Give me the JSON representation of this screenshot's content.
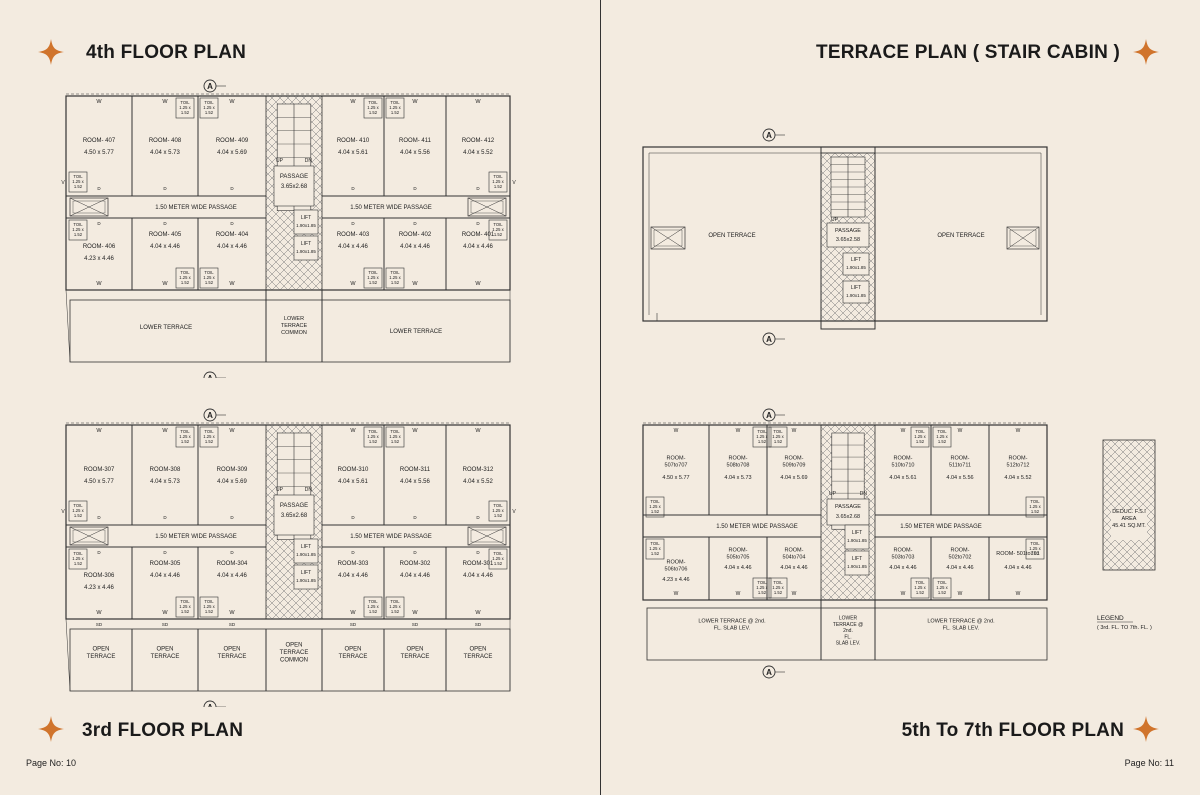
{
  "colors": {
    "background": "#f3ebe0",
    "accent": "#d0742c",
    "ink": "#333333"
  },
  "titles": {
    "fourth": "4th FLOOR PLAN",
    "third": "3rd FLOOR PLAN",
    "terrace": "TERRACE PLAN ( STAIR CABIN )",
    "fifth": "5th To 7th FLOOR PLAN"
  },
  "pages": {
    "left": "Page No: 10",
    "right": "Page No: 11"
  },
  "marker": "A",
  "common": {
    "passage_label": "PASSAGE",
    "passage_size": "3.65x2.68",
    "corridor": "1.50  METER  WIDE  PASSAGE",
    "lift": "LIFT",
    "lift_size": "1.90x1.85",
    "up": "UP",
    "dn": "DN",
    "toilet": "TOIL",
    "toilet_size_a": "1.25 x",
    "toilet_size_b": "1.52",
    "w": "W",
    "d": "D",
    "d2": "D2",
    "v": "V",
    "sd": "SD"
  },
  "fourth": {
    "rooms": [
      {
        "name": "ROOM- 407",
        "size": "4.50 x 5.77"
      },
      {
        "name": "ROOM- 408",
        "size": "4.04 x 5.73"
      },
      {
        "name": "ROOM- 409",
        "size": "4.04 x 5.69"
      },
      {
        "name": "ROOM- 410",
        "size": "4.04 x 5.61"
      },
      {
        "name": "ROOM- 411",
        "size": "4.04 x 5.56"
      },
      {
        "name": "ROOM- 412",
        "size": "4.04 x 5.52"
      },
      {
        "name": "ROOM- 406",
        "size": "4.23 x 4.46"
      },
      {
        "name": "ROOM- 405",
        "size": "4.04 x 4.46"
      },
      {
        "name": "ROOM- 404",
        "size": "4.04 x 4.46"
      },
      {
        "name": "ROOM- 403",
        "size": "4.04 x 4.46"
      },
      {
        "name": "ROOM- 402",
        "size": "4.04 x 4.46"
      },
      {
        "name": "ROOM- 401",
        "size": "4.04 x 4.46"
      }
    ],
    "terraces": [
      "LOWER TERRACE",
      "LOWER\nTERRACE\nCOMMON",
      "LOWER TERRACE"
    ]
  },
  "third": {
    "rooms": [
      {
        "name": "ROOM-307",
        "size": "4.50 x 5.77"
      },
      {
        "name": "ROOM-308",
        "size": "4.04 x 5.73"
      },
      {
        "name": "ROOM-309",
        "size": "4.04 x 5.69"
      },
      {
        "name": "ROOM-310",
        "size": "4.04 x 5.61"
      },
      {
        "name": "ROOM-311",
        "size": "4.04 x 5.56"
      },
      {
        "name": "ROOM-312",
        "size": "4.04 x 5.52"
      },
      {
        "name": "ROOM-306",
        "size": "4.23 x 4.46"
      },
      {
        "name": "ROOM-305",
        "size": "4.04 x 4.46"
      },
      {
        "name": "ROOM-304",
        "size": "4.04 x 4.46"
      },
      {
        "name": "ROOM-303",
        "size": "4.04 x 4.46"
      },
      {
        "name": "ROOM-302",
        "size": "4.04 x 4.46"
      },
      {
        "name": "ROOM-301",
        "size": "4.04 x 4.46"
      }
    ],
    "terraces": [
      "OPEN\nTERRACE",
      "OPEN\nTERRACE",
      "OPEN\nTERRACE",
      "OPEN\nTERRACE\nCOMMON",
      "OPEN\nTERRACE",
      "OPEN\nTERRACE",
      "OPEN\nTERRACE"
    ]
  },
  "terrace": {
    "left": "OPEN TERRACE",
    "right": "OPEN TERRACE",
    "passage_size": "3.65x2.58",
    "lift_size": "1.90x1.85",
    "up": "UP"
  },
  "fifth": {
    "rooms": [
      {
        "name": "ROOM-\n507to707",
        "size": "4.50 x 5.77"
      },
      {
        "name": "ROOM-\n508to708",
        "size": "4.04 x 5.73"
      },
      {
        "name": "ROOM-\n509to709",
        "size": "4.04 x 5.69"
      },
      {
        "name": "ROOM-\n510to710",
        "size": "4.04 x 5.61"
      },
      {
        "name": "ROOM-\n511to711",
        "size": "4.04 x 5.56"
      },
      {
        "name": "ROOM-\n512to712",
        "size": "4.04 x 5.52"
      },
      {
        "name": "ROOM-\n506to706",
        "size": "4.23 x 4.46"
      },
      {
        "name": "ROOM-\n505to705",
        "size": "4.04 x 4.46"
      },
      {
        "name": "ROOM-\n504to704",
        "size": "4.04 x 4.46"
      },
      {
        "name": "ROOM-\n503to703",
        "size": "4.04 x 4.46"
      },
      {
        "name": "ROOM-\n502to702",
        "size": "4.04 x 4.46"
      },
      {
        "name": "ROOM- 501to701",
        "size": "4.04 x 4.46"
      }
    ],
    "passage_size": "3.65x2.68",
    "lift_size": "1.90x1.85",
    "terraces": [
      "LOWER TERRACE @ 2nd.\nFL. SLAB LEV.",
      "LOWER\nTERRACE @\n2nd.\nFL.\nSLAB LEV.",
      "LOWER TERRACE @ 2nd.\nFL. SLAB LEV."
    ],
    "deduc": "DEDUC. F.S.I\nAREA\n45.41 SQ.MT.",
    "legend_title": "LEGEND",
    "legend_sub": "( 3rd. FL. TO 7th. FL. )"
  }
}
